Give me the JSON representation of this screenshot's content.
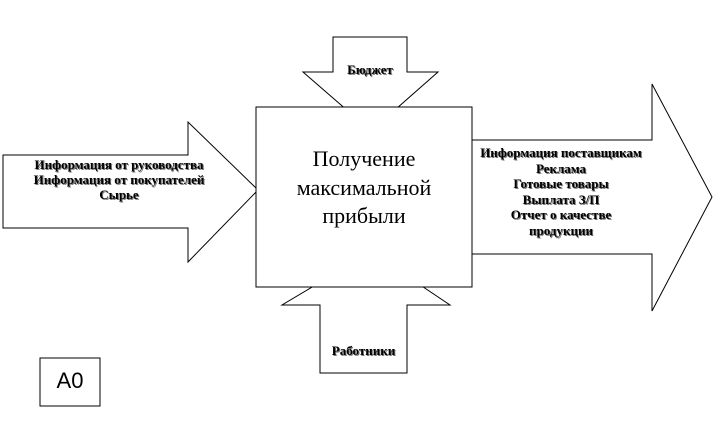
{
  "diagram": {
    "function_block": {
      "title": "Получение\nмаксимальной\nприбыли"
    },
    "input_arrow": {
      "label": "Информация от руководства\nИнформация от покупателей\nСырье"
    },
    "output_arrow": {
      "label": "Информация поставщикам\nРеклама\nГотовые товары\nВыплата З/П\nОтчет о качестве\nпродукции"
    },
    "control_arrow": {
      "label": "Бюджет"
    },
    "mechanism_arrow": {
      "label": "Работники"
    },
    "node_id": "A0"
  }
}
